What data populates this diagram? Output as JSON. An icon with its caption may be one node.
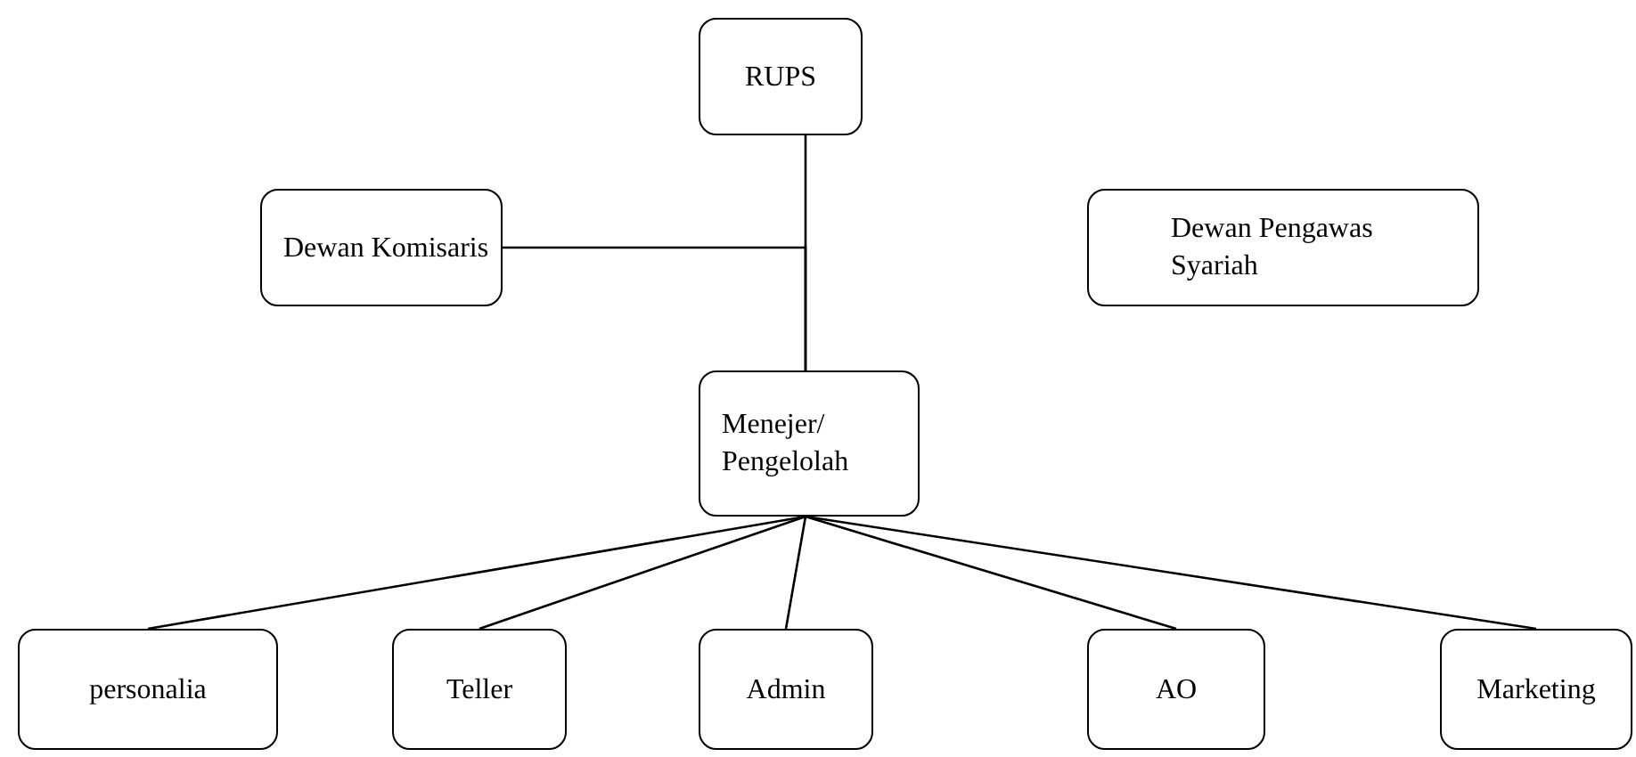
{
  "diagram": {
    "nodes": [
      {
        "text": [
          "RUPS"
        ]
      },
      {
        "text": [
          "Dewan Komisaris"
        ]
      },
      {
        "text": [
          "Dewan Pengawas Syariah"
        ]
      },
      {
        "text": [
          "Menejer/ Pengelolah"
        ]
      },
      {
        "text": [
          "personalia"
        ]
      },
      {
        "text": [
          "Teller"
        ]
      },
      {
        "text": [
          "Admin"
        ]
      },
      {
        "text": [
          "AO"
        ]
      },
      {
        "text": [
          "Marketing"
        ]
      }
    ],
    "edges": [
      {
        "from": 0,
        "to": 3,
        "arrow": "none"
      },
      {
        "from": 1,
        "to": 3,
        "arrow": "none"
      },
      {
        "from": 3,
        "to": 4,
        "arrow": "none"
      },
      {
        "from": 3,
        "to": 5,
        "arrow": "none"
      },
      {
        "from": 3,
        "to": 6,
        "arrow": "none"
      },
      {
        "from": 3,
        "to": 7,
        "arrow": "none"
      },
      {
        "from": 3,
        "to": 8,
        "arrow": "none"
      }
    ]
  }
}
